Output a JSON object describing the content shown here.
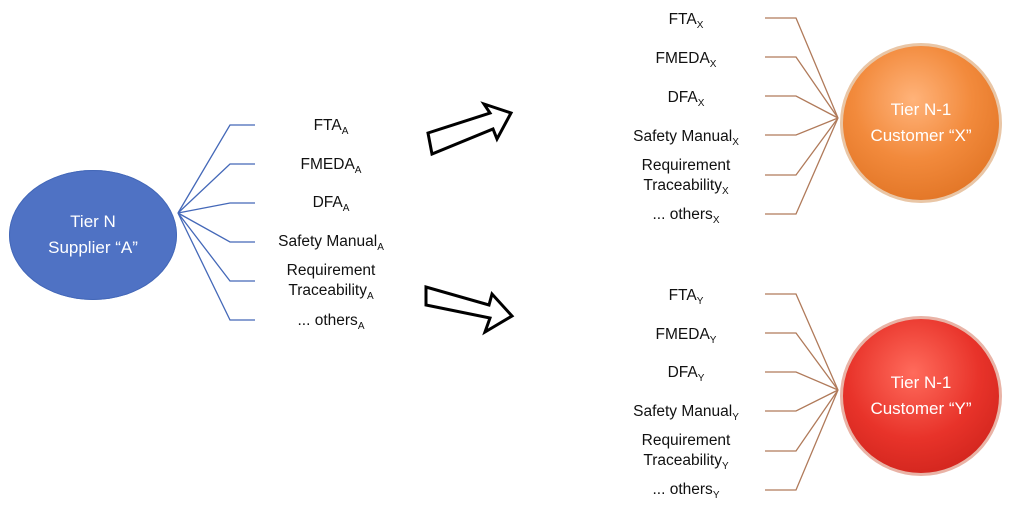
{
  "supplier": {
    "line1": "Tier N",
    "line2": "Supplier “A”",
    "color": "#4f72c4",
    "items": [
      {
        "main": "FTA",
        "sub": "A"
      },
      {
        "main": "FMEDA",
        "sub": "A"
      },
      {
        "main": "DFA",
        "sub": "A"
      },
      {
        "main": "Safety Manual",
        "sub": "A"
      },
      {
        "main": "Requirement",
        "main2": "Traceability",
        "sub": "A"
      },
      {
        "main": "... others",
        "sub": "A"
      }
    ]
  },
  "customer_x": {
    "line1": "Tier N-1",
    "line2": "Customer “X”",
    "color": "#f28a3c",
    "items": [
      {
        "main": "FTA",
        "sub": "X"
      },
      {
        "main": "FMEDA",
        "sub": "X"
      },
      {
        "main": "DFA",
        "sub": "X"
      },
      {
        "main": "Safety Manual",
        "sub": "X"
      },
      {
        "main": "Requirement",
        "main2": "Traceability",
        "sub": "X"
      },
      {
        "main": "... others",
        "sub": "X"
      }
    ]
  },
  "customer_y": {
    "line1": "Tier N-1",
    "line2": "Customer “Y”",
    "color": "#e8332a",
    "items": [
      {
        "main": "FTA",
        "sub": "Y"
      },
      {
        "main": "FMEDA",
        "sub": "Y"
      },
      {
        "main": "DFA",
        "sub": "Y"
      },
      {
        "main": "Safety Manual",
        "sub": "Y"
      },
      {
        "main": "Requirement",
        "main2": "Traceability",
        "sub": "Y"
      },
      {
        "main": "... others",
        "sub": "Y"
      }
    ]
  },
  "colors": {
    "connector_blue": "#4468b8",
    "connector_brown": "#b07a5a",
    "arrow_stroke": "#000000"
  }
}
